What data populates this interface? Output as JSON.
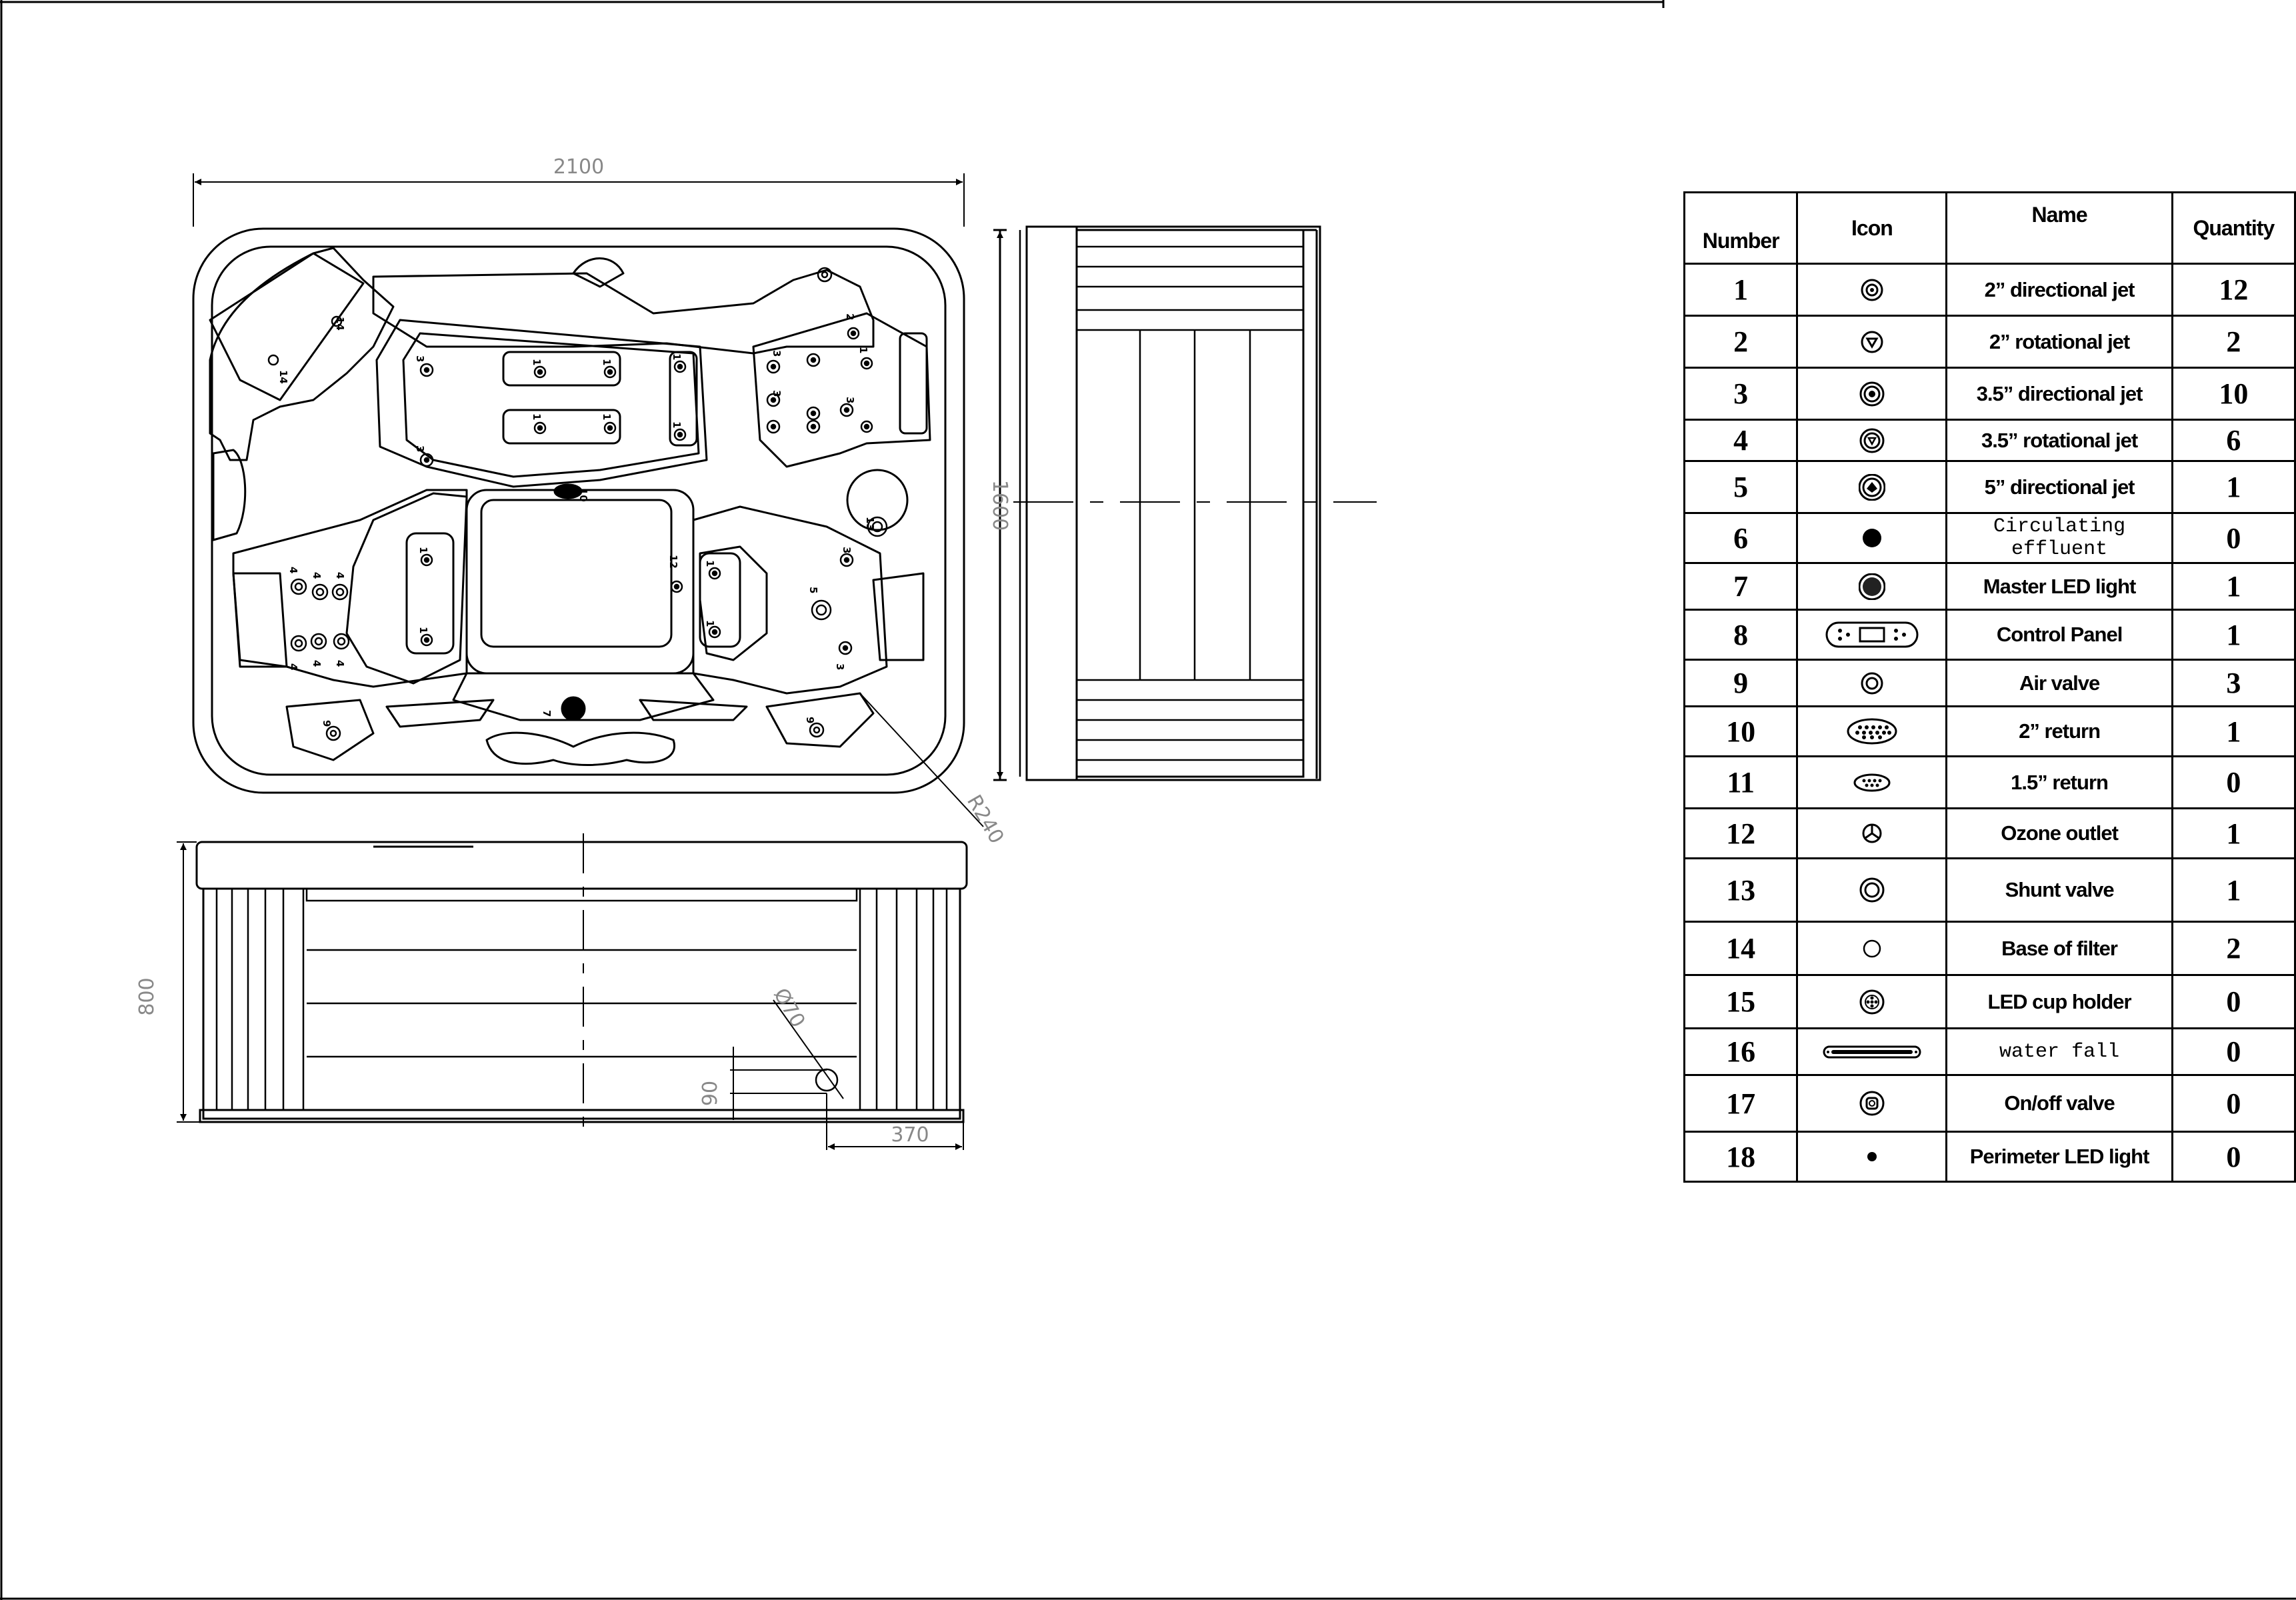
{
  "dimensions": {
    "length": "2100",
    "width": "1600",
    "height": "800",
    "corner_radius": "R240",
    "outlet_diameter": "Ø70",
    "outlet_height": "90",
    "outlet_offset": "370"
  },
  "plan_labels": {
    "jet_1": "1",
    "jet_2": "2",
    "jet_3": "3",
    "jet_4": "4",
    "jet_5": "5",
    "light_7": "7",
    "valve_9": "9",
    "return_10": "10",
    "ozone_12": "12",
    "shunt_13": "13",
    "filter_14": "14"
  },
  "legend": {
    "headers": {
      "number": "Number",
      "icon": "Icon",
      "name": "Name",
      "quantity": "Quantity"
    },
    "rows": [
      {
        "number": "1",
        "icon": "directional-jet-2in-icon",
        "name": "2” directional jet",
        "quantity": "12"
      },
      {
        "number": "2",
        "icon": "rotational-jet-2in-icon",
        "name": "2” rotational jet",
        "quantity": "2"
      },
      {
        "number": "3",
        "icon": "directional-jet-35in-icon",
        "name": "3.5” directional jet",
        "quantity": "10"
      },
      {
        "number": "4",
        "icon": "rotational-jet-35in-icon",
        "name": "3.5” rotational jet",
        "quantity": "6"
      },
      {
        "number": "5",
        "icon": "directional-jet-5in-icon",
        "name": "5” directional jet",
        "quantity": "1"
      },
      {
        "number": "6",
        "icon": "circulating-effluent-icon",
        "name": "Circulating effluent",
        "quantity": "0"
      },
      {
        "number": "7",
        "icon": "master-led-light-icon",
        "name": "Master LED light",
        "quantity": "1"
      },
      {
        "number": "8",
        "icon": "control-panel-icon",
        "name": "Control Panel",
        "quantity": "1"
      },
      {
        "number": "9",
        "icon": "air-valve-icon",
        "name": "Air valve",
        "quantity": "3"
      },
      {
        "number": "10",
        "icon": "return-2in-icon",
        "name": "2” return",
        "quantity": "1"
      },
      {
        "number": "11",
        "icon": "return-15in-icon",
        "name": "1.5” return",
        "quantity": "0"
      },
      {
        "number": "12",
        "icon": "ozone-outlet-icon",
        "name": "Ozone outlet",
        "quantity": "1"
      },
      {
        "number": "13",
        "icon": "shunt-valve-icon",
        "name": "Shunt valve",
        "quantity": "1"
      },
      {
        "number": "14",
        "icon": "base-of-filter-icon",
        "name": "Base of filter",
        "quantity": "2"
      },
      {
        "number": "15",
        "icon": "led-cup-holder-icon",
        "name": "LED cup holder",
        "quantity": "0"
      },
      {
        "number": "16",
        "icon": "water-fall-icon",
        "name": "water fall",
        "quantity": "0"
      },
      {
        "number": "17",
        "icon": "on-off-valve-icon",
        "name": "On/off  valve",
        "quantity": "0"
      },
      {
        "number": "18",
        "icon": "perimeter-led-light-icon",
        "name": "Perimeter LED light",
        "quantity": "0"
      }
    ]
  }
}
